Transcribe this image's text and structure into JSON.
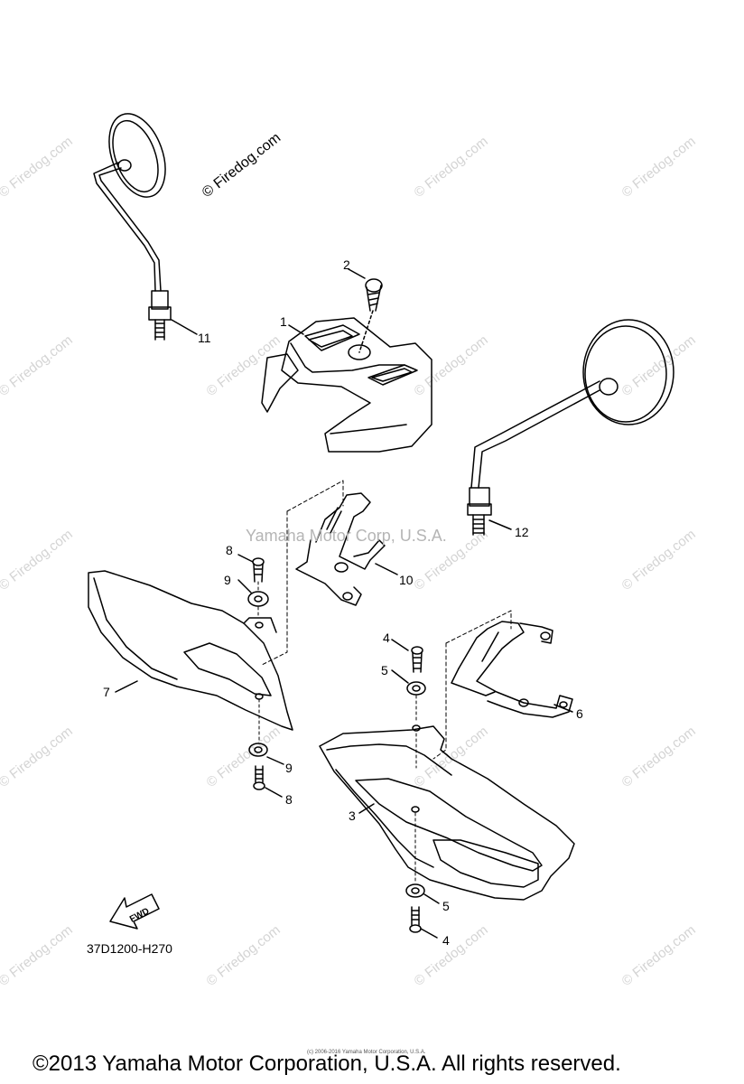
{
  "watermarks": {
    "primary": "© Firedog.com",
    "repeat": "© Firedog.com",
    "center": "Yamaha Motor Corp, U.S.A."
  },
  "callouts": [
    {
      "id": "c1",
      "text": "1"
    },
    {
      "id": "c2",
      "text": "2"
    },
    {
      "id": "c3",
      "text": "3"
    },
    {
      "id": "c4a",
      "text": "4"
    },
    {
      "id": "c4b",
      "text": "4"
    },
    {
      "id": "c5a",
      "text": "5"
    },
    {
      "id": "c5b",
      "text": "5"
    },
    {
      "id": "c6",
      "text": "6"
    },
    {
      "id": "c7",
      "text": "7"
    },
    {
      "id": "c8a",
      "text": "8"
    },
    {
      "id": "c8b",
      "text": "8"
    },
    {
      "id": "c9a",
      "text": "9"
    },
    {
      "id": "c9b",
      "text": "9"
    },
    {
      "id": "c10",
      "text": "10"
    },
    {
      "id": "c11",
      "text": "11"
    },
    {
      "id": "c12",
      "text": "12"
    }
  ],
  "fwd_label": "FWD",
  "figure_code": "37D1200-H270",
  "small_notice": "(c) 2006-2016 Yamaha Motor Corporation, U.S.A.",
  "footer": "©2013 Yamaha Motor Corporation, U.S.A. All rights reserved."
}
